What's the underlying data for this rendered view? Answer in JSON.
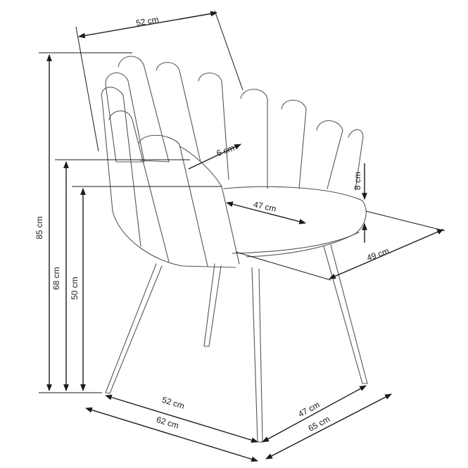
{
  "diagram": {
    "subject": "chair",
    "dimensions": {
      "top_width": "52 cm",
      "total_height": "85 cm",
      "armrest_height": "68 cm",
      "seat_height": "50 cm",
      "armrest_width": "6 cm",
      "seat_depth": "47 cm",
      "seat_thickness": "8 cm",
      "seat_width": "49 cm",
      "base_width": "52 cm",
      "overall_width": "62 cm",
      "base_depth": "47 cm",
      "overall_depth": "65 cm"
    }
  }
}
